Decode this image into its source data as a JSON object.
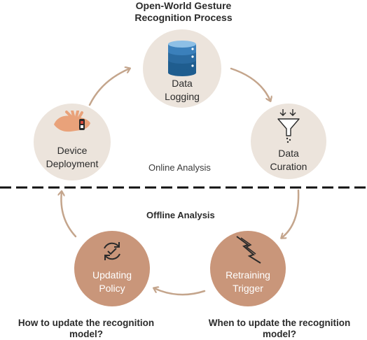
{
  "title": {
    "line1": "Open-World Gesture",
    "line2": "Recognition Process"
  },
  "nodes": {
    "data_logging": {
      "line1": "Data",
      "line2": "Logging",
      "icon": "database-icon"
    },
    "data_curation": {
      "line1": "Data",
      "line2": "Curation",
      "icon": "funnel-icon"
    },
    "device_deployment": {
      "line1": "Device",
      "line2": "Deployment",
      "icon": "hand-wearable-icon"
    },
    "retraining_trigger": {
      "line1": "Retraining",
      "line2": "Trigger",
      "icon": "lightning-icon"
    },
    "updating_policy": {
      "line1": "Updating",
      "line2": "Policy",
      "icon": "refresh-check-icon"
    }
  },
  "sections": {
    "online": "Online Analysis",
    "offline": "Offline Analysis"
  },
  "questions": {
    "how": {
      "line1": "How to update the recognition",
      "line2": "model?"
    },
    "when": {
      "line1": "When to update the recognition",
      "line2": "model?"
    }
  },
  "colors": {
    "light_circle": "#ece4dc",
    "dark_circle": "#c9967a",
    "arrow": "#c4a58c",
    "database_blue": "#2a6aa0",
    "divider": "#111111"
  }
}
